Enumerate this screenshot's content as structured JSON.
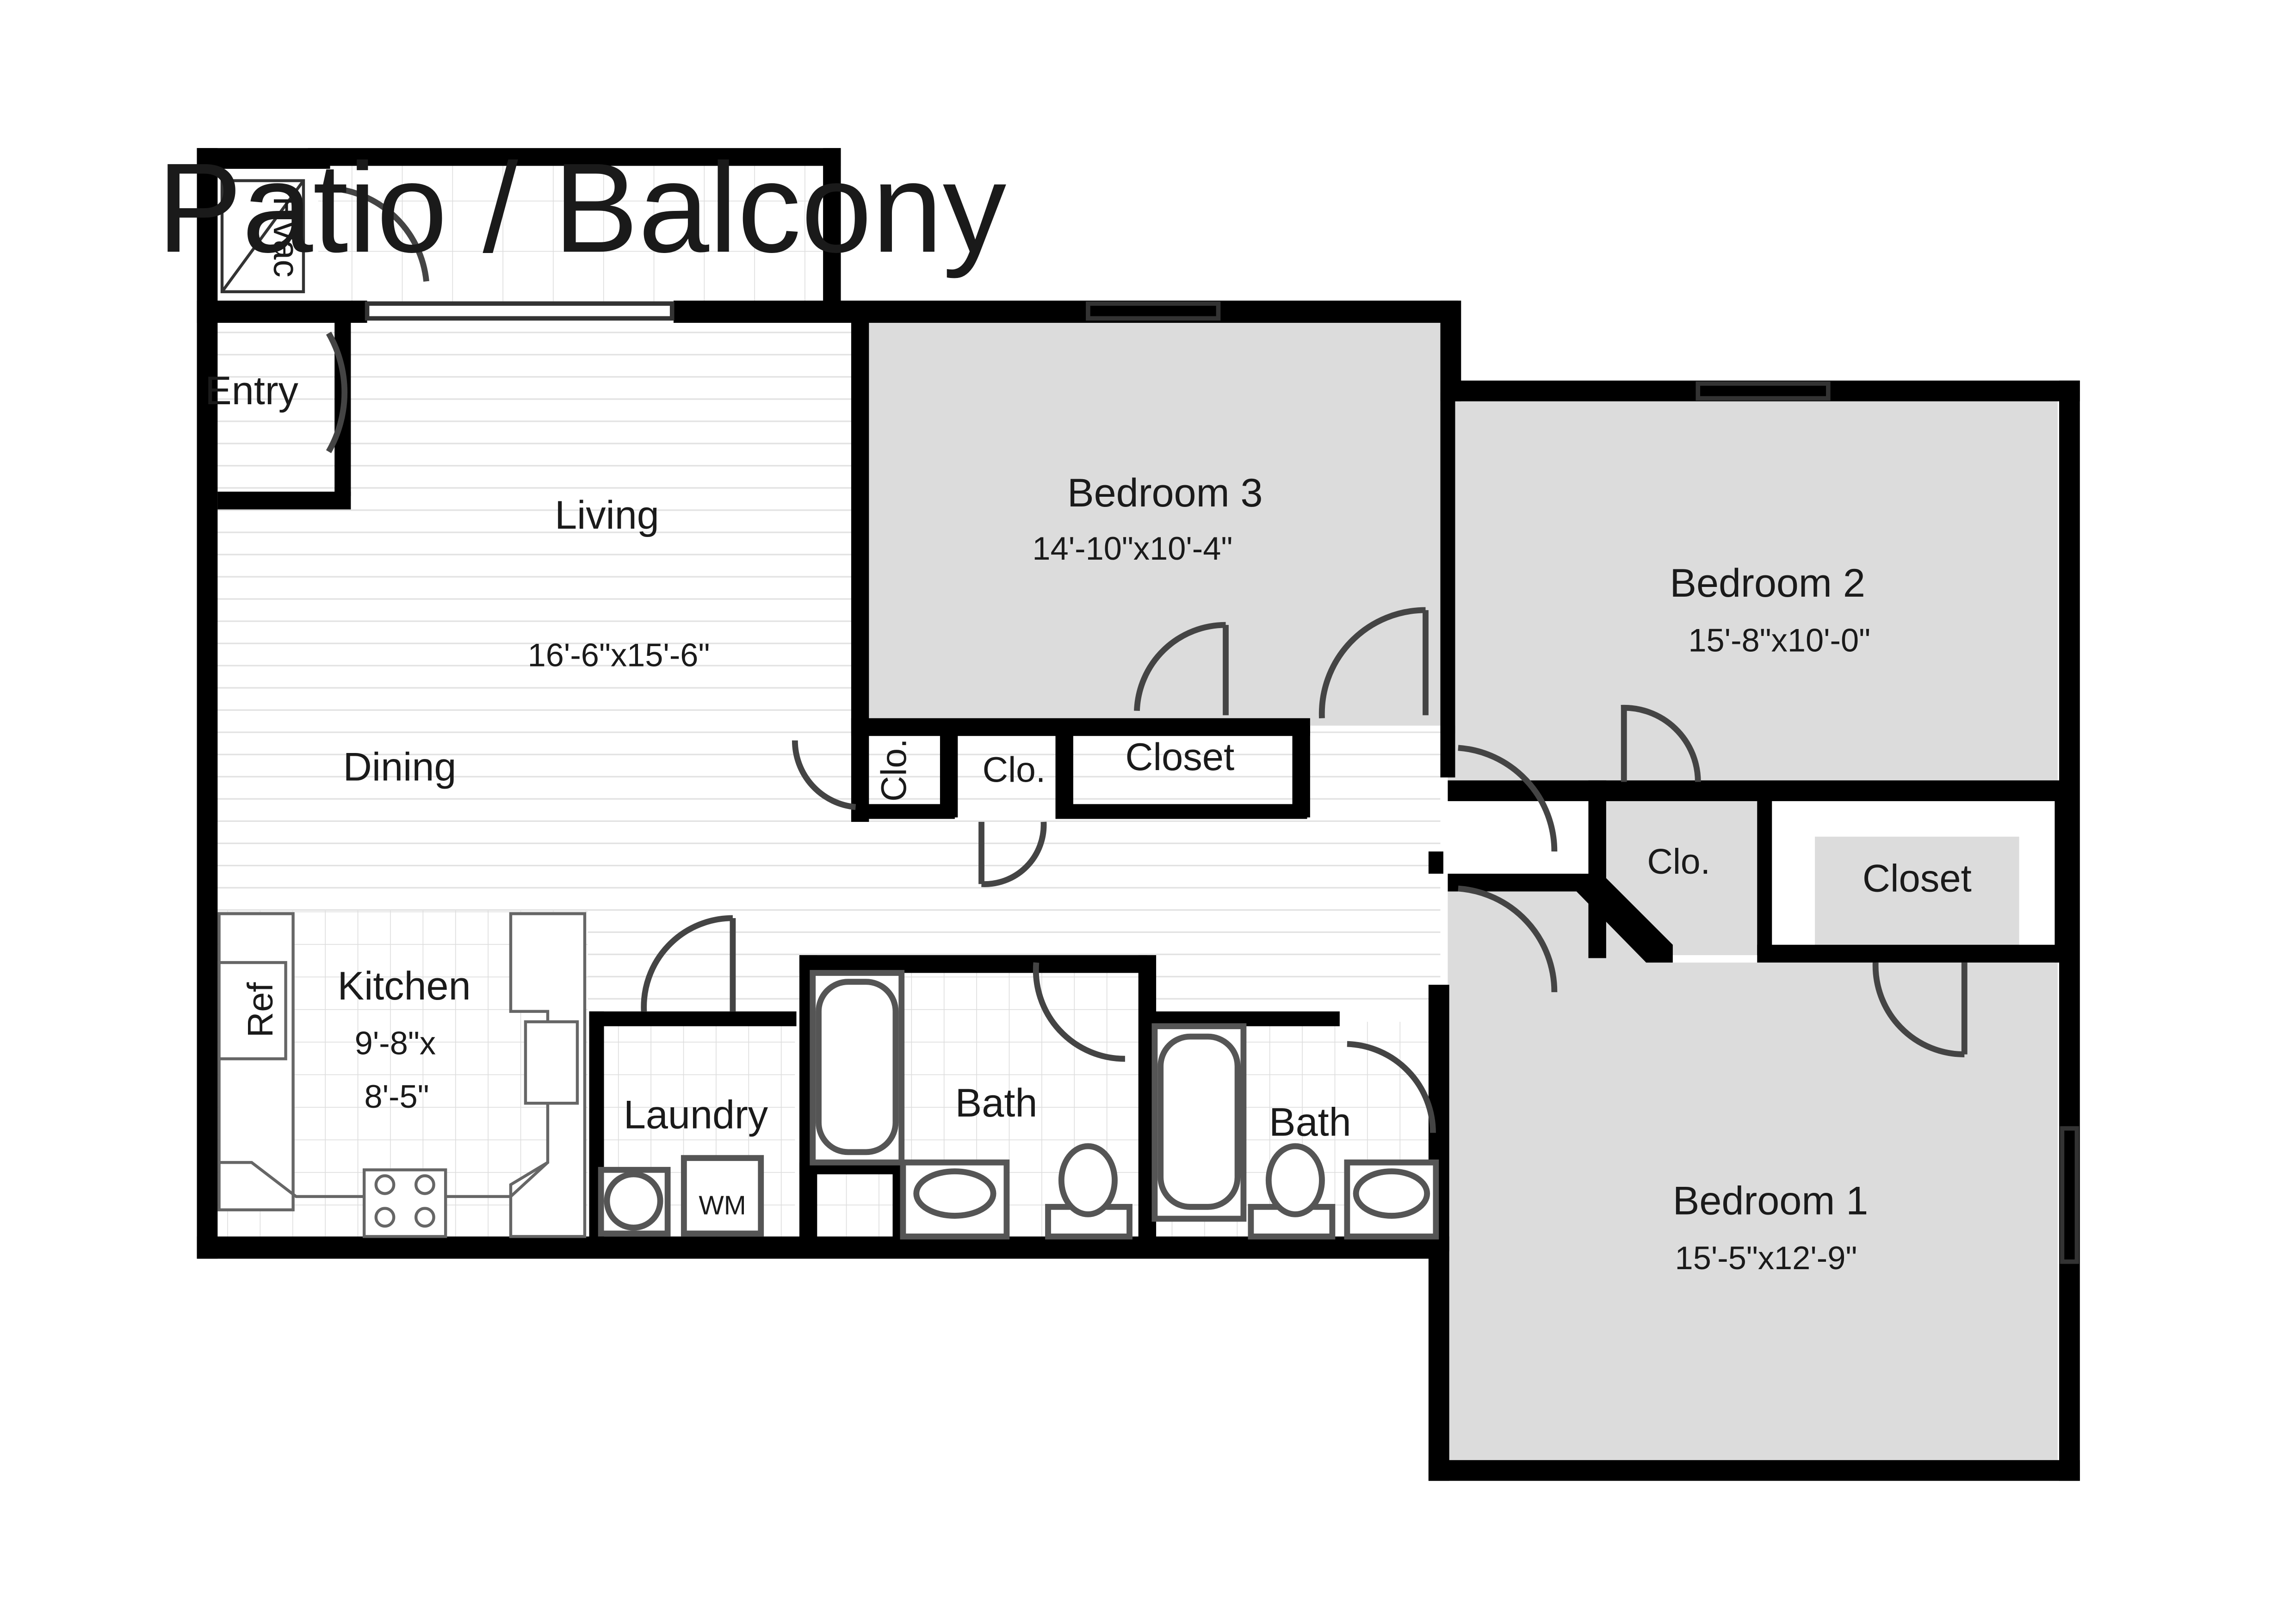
{
  "rooms": {
    "patio": {
      "name": "Patio / Balcony"
    },
    "hvac": {
      "name": "Hvac"
    },
    "entry": {
      "name": "Entry"
    },
    "living": {
      "name": "Living",
      "dims": "16'-6\"x15'-6\""
    },
    "dining": {
      "name": "Dining"
    },
    "kitchen": {
      "name": "Kitchen",
      "dims_line1": "9'-8\"x",
      "dims_line2": "8'-5\""
    },
    "ref": {
      "name": "Ref"
    },
    "laundry": {
      "name": "Laundry"
    },
    "wm": {
      "name": "WM"
    },
    "bath_left": {
      "name": "Bath"
    },
    "bath_right": {
      "name": "Bath"
    },
    "bedroom3": {
      "name": "Bedroom 3",
      "dims": "14'-10\"x10'-4\""
    },
    "bedroom2": {
      "name": "Bedroom 2",
      "dims": "15'-8\"x10'-0\""
    },
    "bedroom1": {
      "name": "Bedroom 1",
      "dims": "15'-5\"x12'-9\""
    },
    "clo_vertical": {
      "name": "Clo."
    },
    "clo_hall": {
      "name": "Clo."
    },
    "closet_br3": {
      "name": "Closet"
    },
    "clo_br2": {
      "name": "Clo."
    },
    "closet_br1": {
      "name": "Closet"
    }
  },
  "colors": {
    "wall": "#000000",
    "bedroom_fill": "#dcdcdc",
    "floor_lines": "#e2e2e2",
    "background": "#ffffff"
  }
}
